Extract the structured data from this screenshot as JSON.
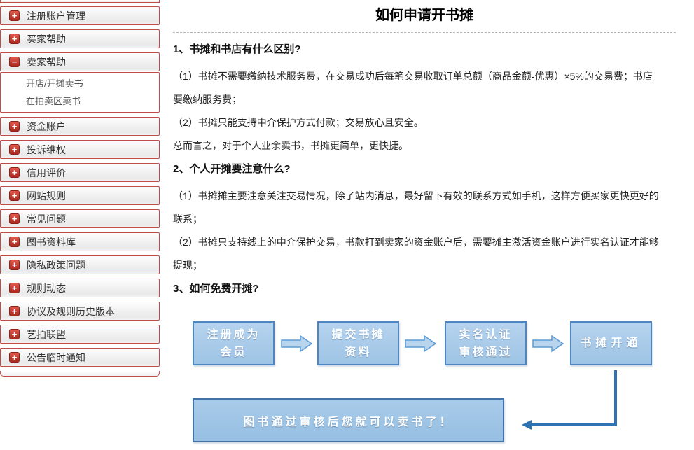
{
  "colors": {
    "sidebar_border": "#bf4c4c",
    "toggle_icon_red": "#b5372c",
    "flow_box_fill": "#a5c9e8",
    "flow_box_border": "#4f86c0",
    "flow_arrow_fill": "#b9d5ee",
    "flow_arrow_stroke": "#5b9bd5",
    "elbow_arrow": "#2e74b5"
  },
  "sidebar": {
    "expand_glyph": "+",
    "collapse_glyph": "−",
    "items": [
      {
        "label": "注册账户管理",
        "state": "collapsed"
      },
      {
        "label": "买家帮助",
        "state": "collapsed"
      },
      {
        "label": "卖家帮助",
        "state": "expanded",
        "children": [
          {
            "label": "开店/开摊卖书"
          },
          {
            "label": "在拍卖区卖书"
          }
        ]
      },
      {
        "label": "资金账户",
        "state": "collapsed"
      },
      {
        "label": "投诉维权",
        "state": "collapsed"
      },
      {
        "label": "信用评价",
        "state": "collapsed"
      },
      {
        "label": "网站规则",
        "state": "collapsed"
      },
      {
        "label": "常见问题",
        "state": "collapsed"
      },
      {
        "label": "图书资料库",
        "state": "collapsed"
      },
      {
        "label": "隐私政策问题",
        "state": "collapsed"
      },
      {
        "label": "规则动态",
        "state": "collapsed"
      },
      {
        "label": "协议及规则历史版本",
        "state": "collapsed"
      },
      {
        "label": "艺拍联盟",
        "state": "collapsed"
      },
      {
        "label": "公告临时通知",
        "state": "collapsed"
      }
    ]
  },
  "content": {
    "title": "如何申请开书摊",
    "sections": [
      {
        "heading": "1、书摊和书店有什么区别?",
        "p1": "（1）书摊不需要缴纳技术服务费，在交易成功后每笔交易收取订单总额（商品金额-优惠）×5%的交易费；书店\n要缴纳服务费；",
        "p2": "（2）书摊只能支持中介保护方式付款；交易放心且安全。",
        "p3": "总而言之，对于个人业余卖书，书摊更简单，更快捷。"
      },
      {
        "heading": "2、个人开摊要注意什么?",
        "p1": "（1）书摊摊主要注意关注交易情况，除了站内消息，最好留下有效的联系方式如手机，这样方便买家更快更好的\n联系；",
        "p2": "（2）书摊只支持线上的中介保护交易，书款打到卖家的资金账户后，需要摊主激活资金账户进行实名认证才能够\n提现；"
      },
      {
        "heading": "3、如何免费开摊?"
      }
    ],
    "flowchart": {
      "steps": [
        {
          "lines": [
            "注册成为",
            "会员"
          ]
        },
        {
          "lines": [
            "提交书摊",
            "资料"
          ]
        },
        {
          "lines": [
            "实名认证",
            "审核通过"
          ]
        },
        {
          "lines": [
            "书摊开通"
          ]
        }
      ],
      "final_note": "图书通过审核后您就可以卖书了！"
    }
  }
}
